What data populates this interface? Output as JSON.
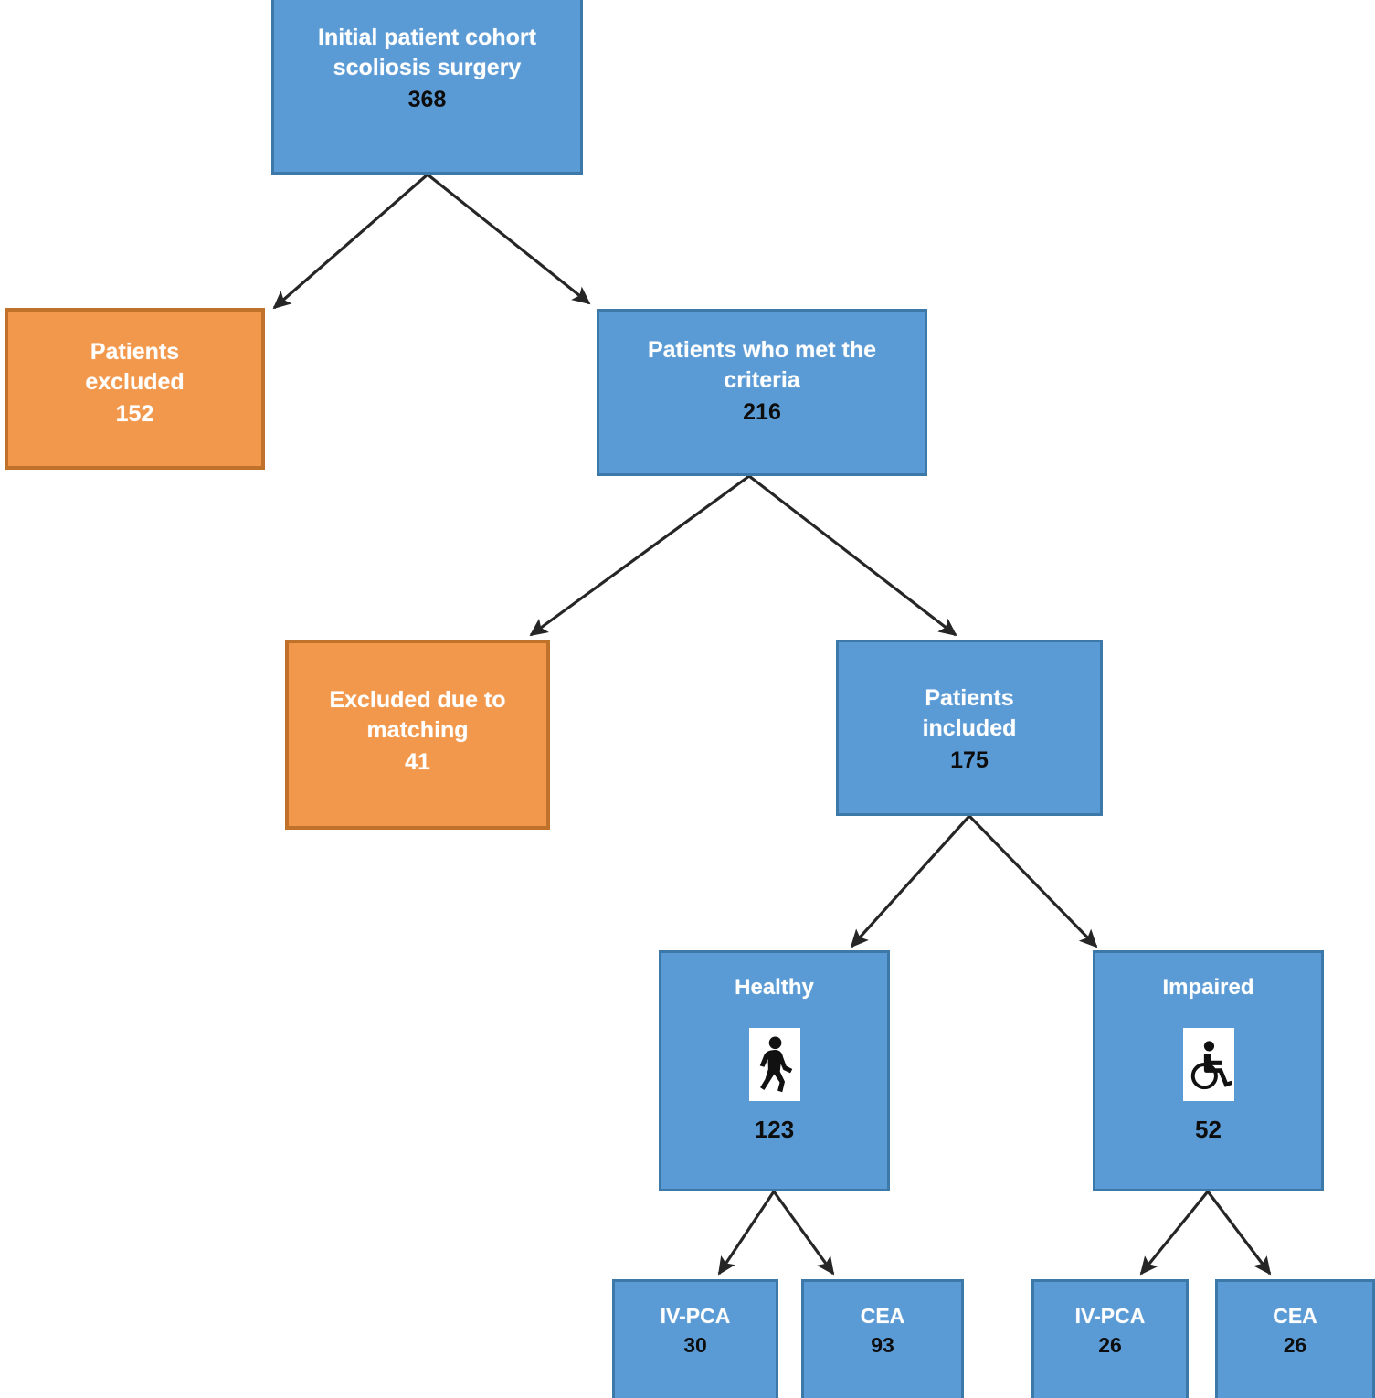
{
  "diagram": {
    "title": "Patient selection flowchart for scoliosis surgery analgesia study",
    "type": "flowchart",
    "colors": {
      "included_fill": "#5B9BD5",
      "included_border": "#3C78A8",
      "excluded_fill": "#F2984C",
      "excluded_border": "#C0722A",
      "arrow": "#262626",
      "label_text": "#FFFFFF",
      "count_text_on_blue": "#0D0D0D",
      "count_text_on_orange": "#FFFFFF",
      "background": "#FFFFFF"
    },
    "nodes": [
      {
        "id": "initial",
        "label": "Initial patient cohort\nscoliosis surgery",
        "label_line1": "Initial patient cohort",
        "label_line2": "scoliosis surgery",
        "count": "368",
        "kind": "included"
      },
      {
        "id": "excluded",
        "label": "Patients\nexcluded",
        "label_line1": "Patients",
        "label_line2": "excluded",
        "count": "152",
        "kind": "excluded"
      },
      {
        "id": "criteria",
        "label": "Patients who met the\ncriteria",
        "label_line1": "Patients who met the",
        "label_line2": "criteria",
        "count": "216",
        "kind": "included"
      },
      {
        "id": "matching",
        "label": "Excluded due to\nmatching",
        "label_line1": "Excluded due to",
        "label_line2": "matching",
        "count": "41",
        "kind": "excluded"
      },
      {
        "id": "included",
        "label": "Patients\nincluded",
        "label_line1": "Patients",
        "label_line2": "included",
        "count": "175",
        "kind": "included"
      },
      {
        "id": "healthy",
        "label": "Healthy",
        "count": "123",
        "kind": "included",
        "icon": "walking-person-icon"
      },
      {
        "id": "impaired",
        "label": "Impaired",
        "count": "52",
        "kind": "included",
        "icon": "wheelchair-icon"
      },
      {
        "id": "healthy_ivpca",
        "label": "IV-PCA",
        "count": "30",
        "kind": "included"
      },
      {
        "id": "healthy_cea",
        "label": "CEA",
        "count": "93",
        "kind": "included"
      },
      {
        "id": "impaired_ivpca",
        "label": "IV-PCA",
        "count": "26",
        "kind": "included"
      },
      {
        "id": "impaired_cea",
        "label": "CEA",
        "count": "26",
        "kind": "included"
      }
    ],
    "edges": [
      {
        "from": "initial",
        "to": "excluded"
      },
      {
        "from": "initial",
        "to": "criteria"
      },
      {
        "from": "criteria",
        "to": "matching"
      },
      {
        "from": "criteria",
        "to": "included"
      },
      {
        "from": "included",
        "to": "healthy"
      },
      {
        "from": "included",
        "to": "impaired"
      },
      {
        "from": "healthy",
        "to": "healthy_ivpca"
      },
      {
        "from": "healthy",
        "to": "healthy_cea"
      },
      {
        "from": "impaired",
        "to": "impaired_ivpca"
      },
      {
        "from": "impaired",
        "to": "impaired_cea"
      }
    ]
  }
}
